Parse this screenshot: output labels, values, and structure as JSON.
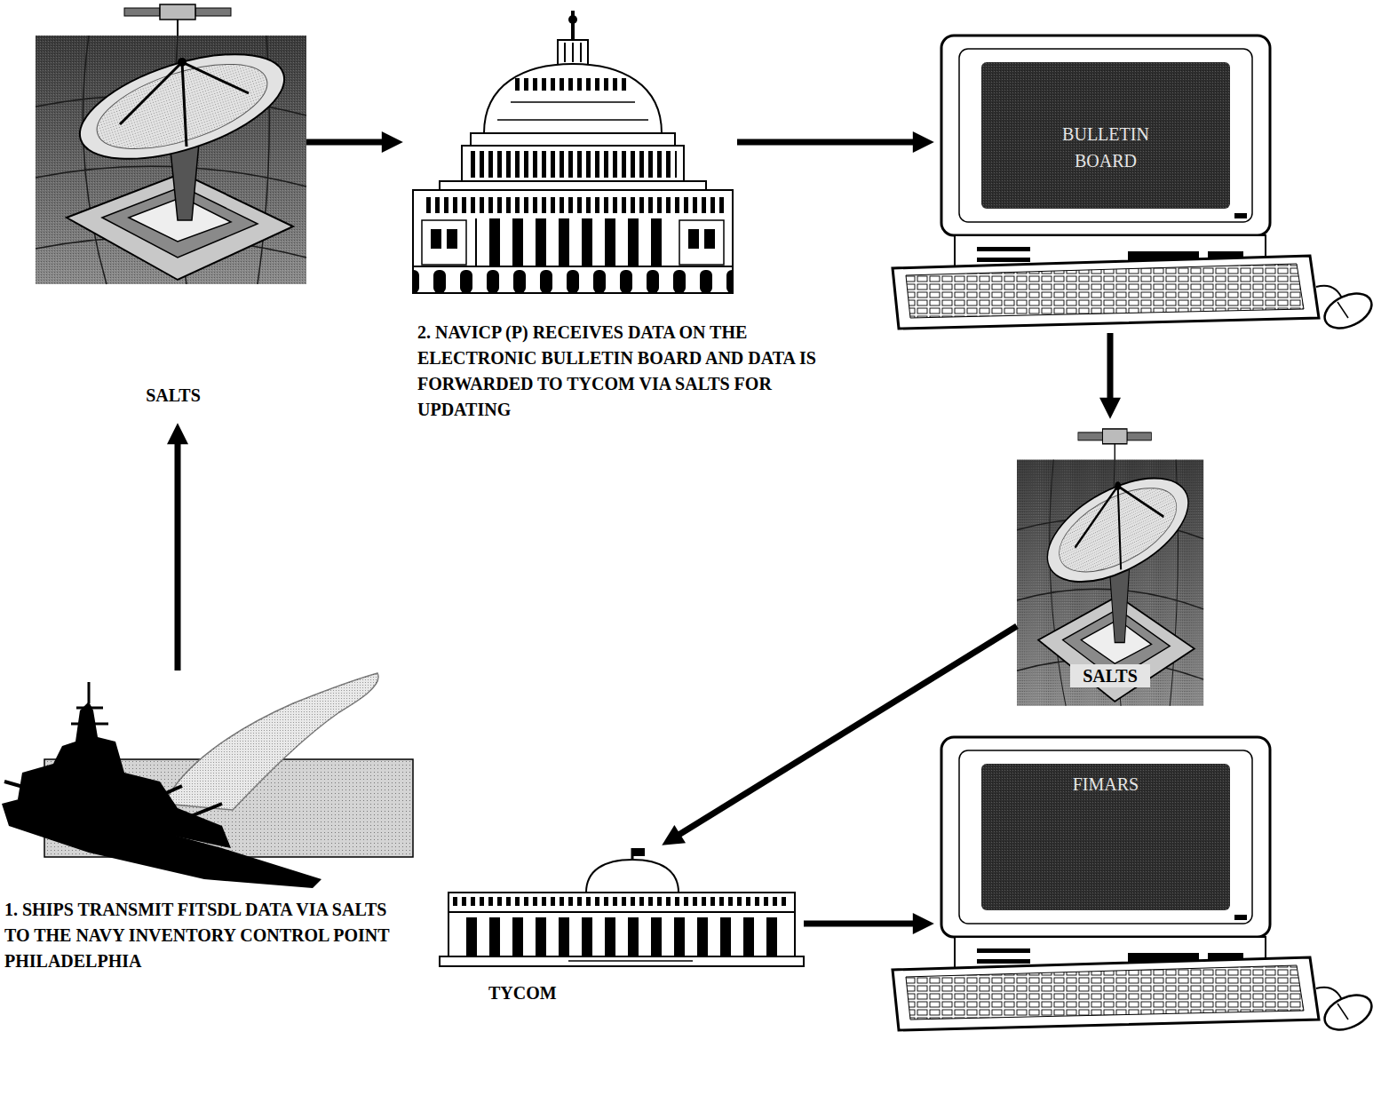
{
  "diagram": {
    "nodes": [
      {
        "text": [
          "SALTS"
        ]
      },
      {
        "text": [
          "2. NAVICP (P) RECEIVES DATA ON THE ELECTRONIC BULLETIN BOARD AND DATA IS FORWARDED TO TYCOM VIA SALTS FOR UPDATING"
        ]
      },
      {
        "text": [
          "BULLETIN BOARD"
        ]
      },
      {
        "text": [
          "SALTS"
        ]
      },
      {
        "text": [
          "1. SHIPS TRANSMIT FITSDL DATA VIA SALTS TO THE NAVY INVENTORY CONTROL POINT PHILADELPHIA"
        ]
      },
      {
        "text": [
          "TYCOM"
        ]
      },
      {
        "text": [
          "FIMARS"
        ]
      }
    ],
    "edges": [
      {
        "from": 4,
        "to": 0,
        "arrow": "to"
      },
      {
        "from": 0,
        "to": 1,
        "arrow": "to"
      },
      {
        "from": 1,
        "to": 2,
        "arrow": "to"
      },
      {
        "from": 2,
        "to": 3,
        "arrow": "to"
      },
      {
        "from": 3,
        "to": 5,
        "arrow": "to"
      },
      {
        "from": 5,
        "to": 6,
        "arrow": "to"
      }
    ]
  }
}
